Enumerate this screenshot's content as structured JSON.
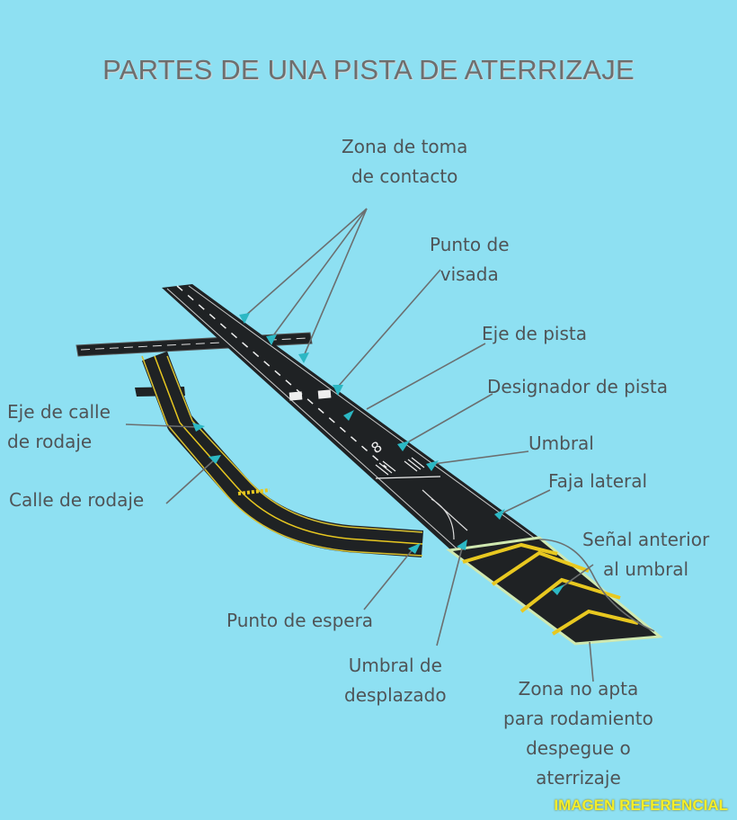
{
  "title": "PARTES DE UNA PISTA DE ATERRIZAJE",
  "labels": {
    "zona_toma": [
      "Zona de toma",
      "de contacto"
    ],
    "punto_visada": [
      "Punto de",
      "visada"
    ],
    "eje_pista": "Eje de pista",
    "designador": "Designador de pista",
    "umbral": "Umbral",
    "faja_lateral": "Faja lateral",
    "senal_anterior": [
      "Señal anterior",
      "al umbral"
    ],
    "eje_calle": [
      "Eje de calle",
      "de rodaje"
    ],
    "calle_rodaje": "Calle de rodaje",
    "punto_espera": "Punto de espera",
    "umbral_desplazado": [
      "Umbral de",
      "desplazado"
    ],
    "zona_no_apta": [
      "Zona no apta",
      "para rodamiento",
      "despegue o",
      "aterrizaje"
    ]
  },
  "runway_designator": "8",
  "watermark": "IMAGEN REFERENCIAL",
  "colors": {
    "background": "#8ee0f2",
    "pavement": "#1f2224",
    "marking_yellow": "#e8c820",
    "marker": "#2cb8c4",
    "leader": "#6b6f70"
  }
}
